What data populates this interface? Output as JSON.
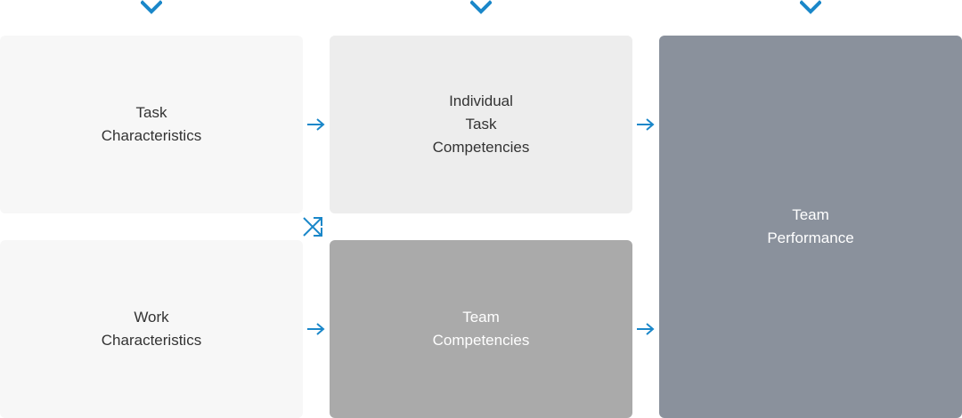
{
  "colors": {
    "accent": "#1a87c9",
    "box_light": "#f7f7f7",
    "box_mid": "#ededed",
    "box_gray": "#aaaaaa",
    "box_dark": "#8a919c"
  },
  "icons": {
    "top_markers": "chevron-down-icon",
    "connectors": "arrow-right-icon",
    "crossing": "shuffle-cross-arrow-icon"
  },
  "diagram": {
    "boxes": {
      "task_characteristics": "Task\nCharacteristics",
      "work_characteristics": "Work\nCharacteristics",
      "individual_task_competencies": "Individual\nTask\nCompetencies",
      "team_competencies": "Team\nCompetencies",
      "team_performance": "Team\nPerformance"
    }
  }
}
